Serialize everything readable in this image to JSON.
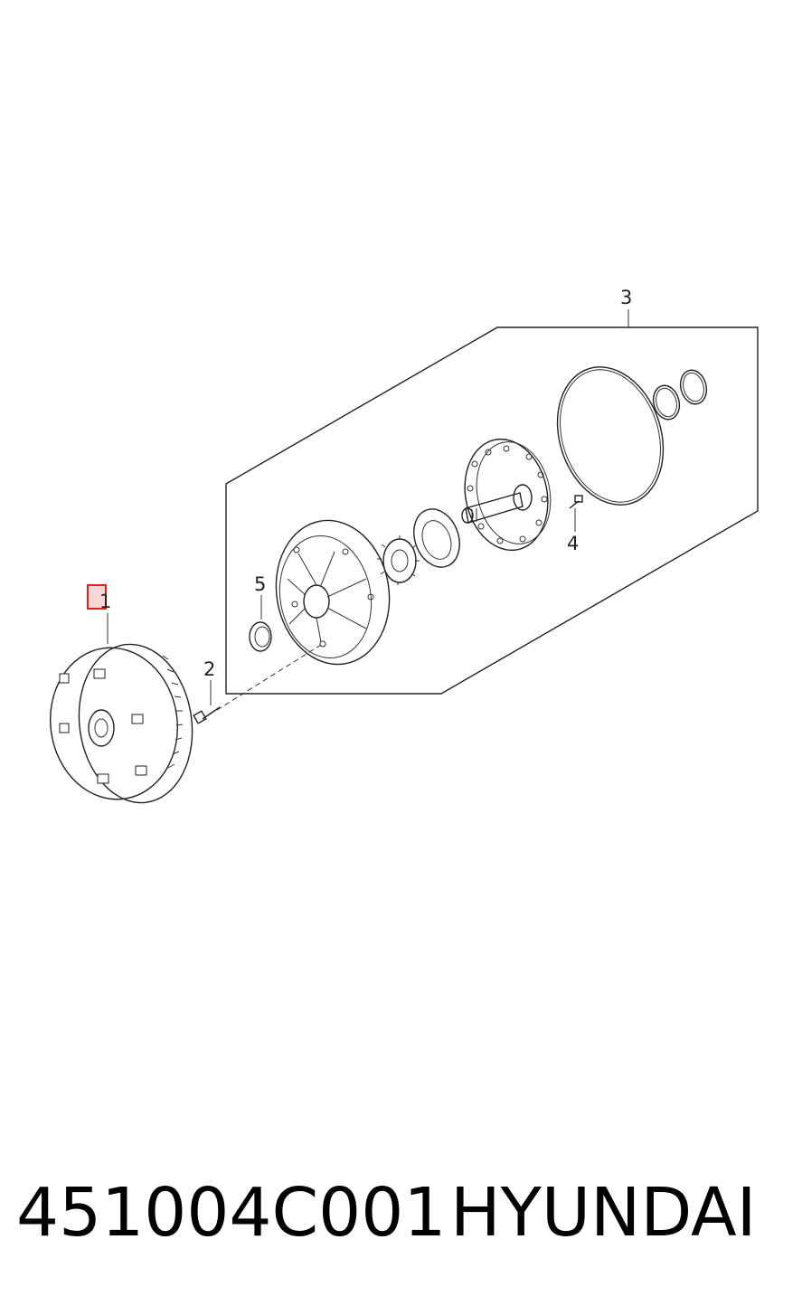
{
  "callouts": {
    "c1": "1",
    "c2": "2",
    "c3": "3",
    "c4": "4",
    "c5": "5"
  },
  "footer": {
    "part_number": "451004C001",
    "brand": "HYUNDAI"
  },
  "colors": {
    "highlight": "#e02020",
    "highlight_fill": "#f6d6d6",
    "line": "#222222"
  }
}
